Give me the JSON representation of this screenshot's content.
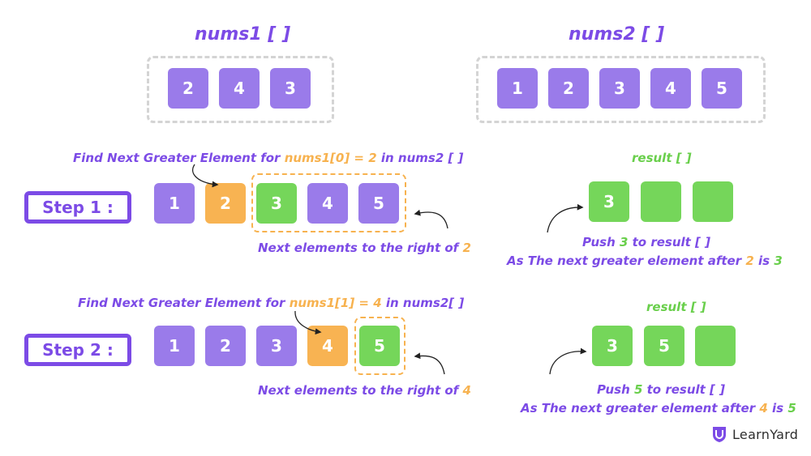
{
  "nums1_title": "nums1 [ ]",
  "nums2_title": "nums2 [ ]",
  "nums1": [
    "2",
    "4",
    "3"
  ],
  "nums2": [
    "1",
    "2",
    "3",
    "4",
    "5"
  ],
  "step1": {
    "label": "Step 1 :",
    "find_prefix": "Find Next Greater Element for ",
    "find_highlight": "nums1[0] = 2",
    "find_suffix": "  in nums2 [ ]",
    "cells": [
      "1",
      "2",
      "3",
      "4",
      "5"
    ],
    "next_prefix": "Next elements to the right of ",
    "next_value": "2",
    "result_title": "result [ ]",
    "result_cells": [
      "3",
      "",
      ""
    ],
    "push_prefix": "Push ",
    "push_value": "3",
    "push_suffix": " to result [ ]",
    "as_prefix": "As The next greater element after ",
    "as_value1": "2",
    "as_mid": " is ",
    "as_value2": "3"
  },
  "step2": {
    "label": "Step 2 :",
    "find_prefix": "Find Next Greater Element for ",
    "find_highlight": "nums1[1] = 4",
    "find_suffix": " in nums2[ ]",
    "cells": [
      "1",
      "2",
      "3",
      "4",
      "5"
    ],
    "next_prefix": "Next elements to the right of ",
    "next_value": "4",
    "result_title": "result [ ]",
    "result_cells": [
      "3",
      "5",
      ""
    ],
    "push_prefix": "Push ",
    "push_value": "5",
    "push_suffix": " to result [ ]",
    "as_prefix": "As The next greater element after ",
    "as_value1": "4",
    "as_mid": " is ",
    "as_value2": "5"
  },
  "logo_text": "LearnYard",
  "colors": {
    "purple": "#9a7bea",
    "orange": "#f8b352",
    "green": "#75d65a",
    "accent": "#7c4be6"
  }
}
